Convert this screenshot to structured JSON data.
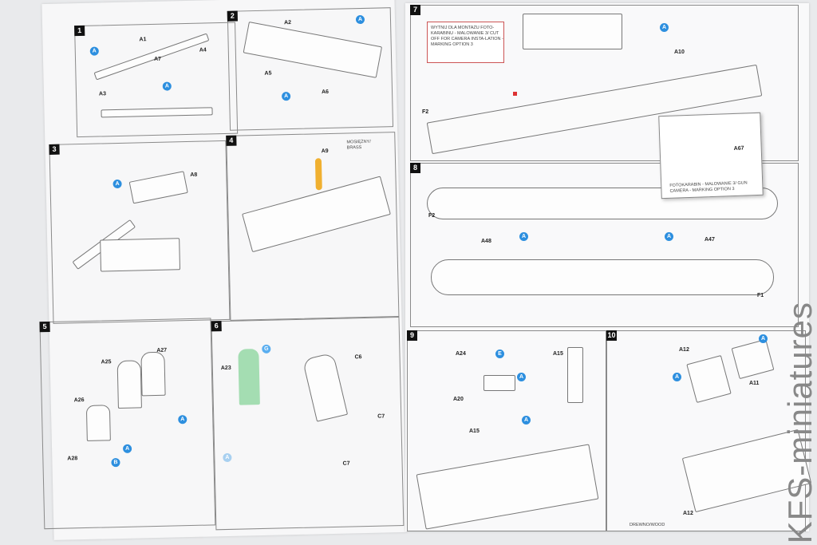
{
  "left_page": {
    "steps": [
      {
        "number": "1",
        "labels": [
          "A1",
          "A7",
          "A4",
          "A3"
        ],
        "badges": [
          "A",
          "A"
        ]
      },
      {
        "number": "2",
        "labels": [
          "A2",
          "A5",
          "A6"
        ],
        "badges": [
          "A",
          "A"
        ]
      },
      {
        "number": "3",
        "labels": [
          "A8"
        ],
        "badges": [
          "A"
        ]
      },
      {
        "number": "4",
        "labels": [
          "A9",
          "MOSIĘŻNY/ BRASS"
        ]
      },
      {
        "number": "5",
        "labels": [
          "A25",
          "A27",
          "A26",
          "A28"
        ],
        "badges": [
          "A",
          "A",
          "B"
        ]
      },
      {
        "number": "6",
        "labels": [
          "A23",
          "C6",
          "C7",
          "C7"
        ],
        "badges": [
          "G",
          "A"
        ]
      }
    ]
  },
  "right_page": {
    "steps": [
      {
        "number": "7",
        "labels": [
          "A10",
          "F2"
        ],
        "badges": [
          "A"
        ],
        "callout": "WYTNIJ DLA MONTAŻU FOTO-KARABINU - MALOWANIE 3/ CUT OFF FOR CAMERA INSTA-LATION - MARKING OPTION 3",
        "inset": {
          "label": "A67",
          "note": "FOTOKARABIN - MALOWANIE 3/ GUN CAMERA - MARKING OPTION 3"
        }
      },
      {
        "number": "8",
        "labels": [
          "F2",
          "A48",
          "A47",
          "F1"
        ],
        "badges": [
          "A",
          "A"
        ]
      },
      {
        "number": "9",
        "labels": [
          "A24",
          "A15",
          "A20",
          "A15"
        ],
        "badges": [
          "E",
          "A",
          "A"
        ]
      },
      {
        "number": "10",
        "labels": [
          "A12",
          "A11",
          "A12",
          "DREWNO/WOOD"
        ],
        "badges": [
          "A",
          "A"
        ]
      }
    ]
  },
  "watermark": "KFS-miniatures",
  "colors": {
    "accent": "#2d8fdf",
    "callout": "#d33",
    "brass": "#f0b030",
    "clear": "#8fd6a0"
  }
}
